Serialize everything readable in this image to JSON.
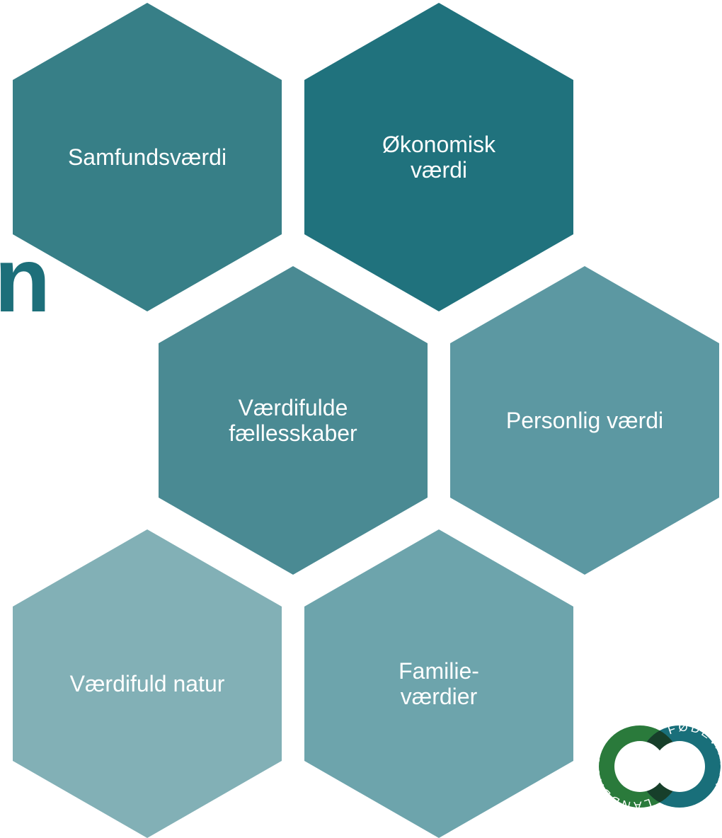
{
  "slide": {
    "partial_title": "n"
  },
  "hexagons": [
    {
      "label": "Samfundsværdi",
      "color": "#377f87"
    },
    {
      "label": "Økonomisk\nværdi",
      "color": "#20727d"
    },
    {
      "label": "Værdifulde\nfællesskaber",
      "color": "#4a8a93"
    },
    {
      "label": "Personlig værdi",
      "color": "#5c98a2"
    },
    {
      "label": "Værdifuld natur",
      "color": "#82b0b6"
    },
    {
      "label": "Familie-\nværdier",
      "color": "#6da4ac"
    }
  ],
  "logo": {
    "left_ring_text": "LANDBRUG",
    "right_ring_text": "FØDEVARER",
    "left_ring_color": "#2a7a3b",
    "right_ring_color": "#196f7a",
    "overlap_color": "#173f2a"
  }
}
